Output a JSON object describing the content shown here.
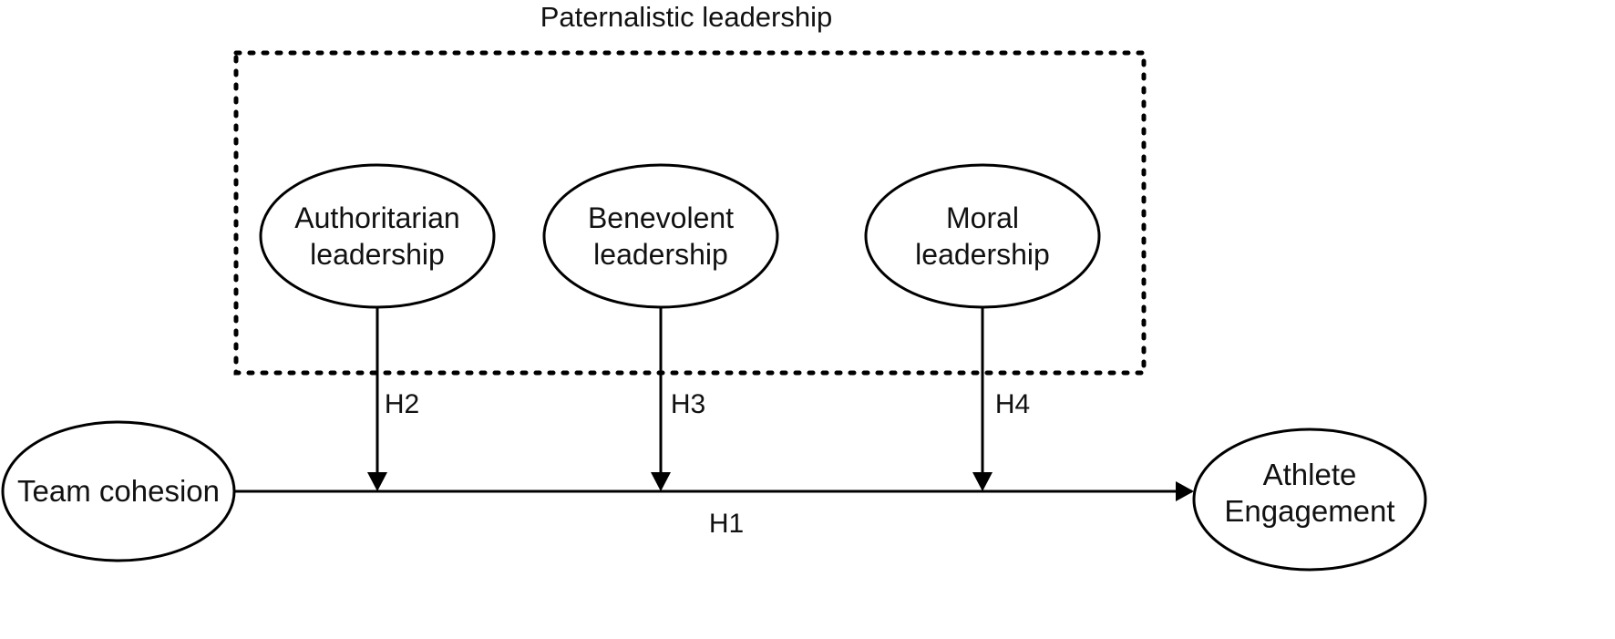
{
  "group": {
    "title": "Paternalistic leadership"
  },
  "nodes": {
    "authoritarian": {
      "line1": "Authoritarian",
      "line2": "leadership"
    },
    "benevolent": {
      "line1": "Benevolent",
      "line2": "leadership"
    },
    "moral": {
      "line1": "Moral",
      "line2": "leadership"
    },
    "team_cohesion": {
      "label": "Team cohesion"
    },
    "athlete_engagement": {
      "line1": "Athlete",
      "line2": "Engagement"
    }
  },
  "hypotheses": {
    "h1": "H1",
    "h2": "H2",
    "h3": "H3",
    "h4": "H4"
  }
}
